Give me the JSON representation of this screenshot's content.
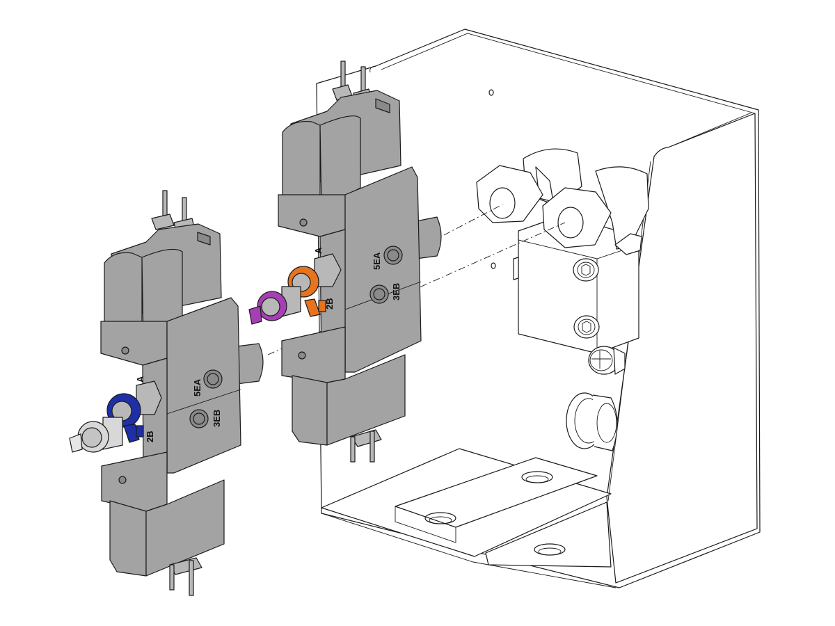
{
  "colors": {
    "body_gray": "#a3a3a3",
    "body_gray_dark": "#8a8a8a",
    "fitting_orange": "#e8731e",
    "fitting_purple": "#a63fb3",
    "fitting_blue": "#1f2fa8",
    "fitting_silver": "#d8d8d8",
    "outline": "#1a1a1a",
    "background": "#ffffff"
  },
  "valves": [
    {
      "name": "left-valve",
      "labels": {
        "port_a": "A",
        "port_b": "2B",
        "exhaust_a": "5EA",
        "exhaust_b": "3EB"
      },
      "fitting_colors": [
        "blue",
        "silver"
      ]
    },
    {
      "name": "right-valve",
      "labels": {
        "port_a": "A",
        "port_b": "2B",
        "exhaust_a": "5EA",
        "exhaust_b": "3EB"
      },
      "fitting_colors": [
        "orange",
        "purple"
      ]
    }
  ]
}
